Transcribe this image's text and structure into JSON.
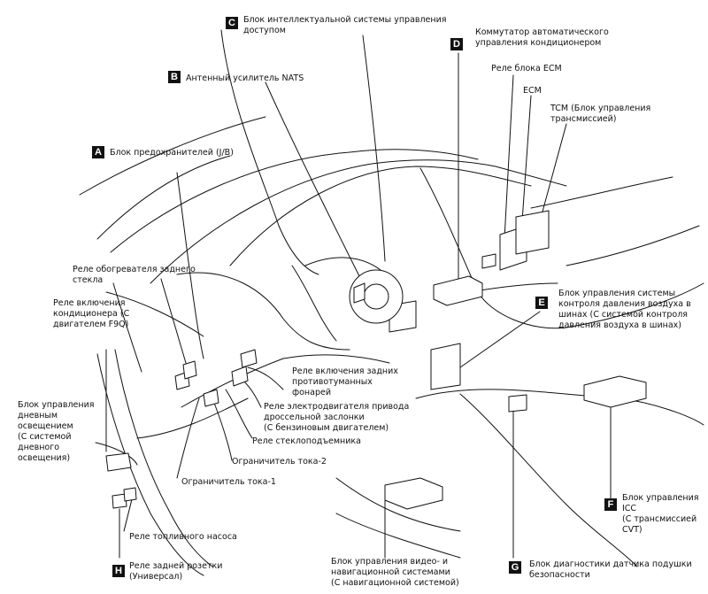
{
  "labels": {
    "c_icc_access": "Блок интеллектуальной системы управления\nдоступом",
    "d_ac_switch": "Коммутатор автоматического\nуправления кондиционером",
    "ecm_relay": "Реле блока ECM",
    "ecm": "ECM",
    "tcm": "TCM (Блок управления\nтрансмиссией)",
    "b_nats": "Антенный усилитель NATS",
    "a_jb": "Блок предохранителей (J/B)",
    "rear_defog_relay": "Реле обогревателя заднего\nстекла",
    "ac_relay": "Реле включения\nкондиционера (С\nдвигателем F9Q)",
    "tpms": "Блок управления системы\nконтроля давления воздуха в\nшинах (С системой контроля\nдавления воздуха в шинах)",
    "rear_fog_relay": "Реле включения задних\nпротивотуманных\nфонарей",
    "throttle_relay": "Реле электродвигателя привода\nдроссельной заслонки\n(С бензиновым двигателем)",
    "power_window_relay": "Реле стеклоподъемника",
    "current_limiter_2": "Ограничитель тока-2",
    "current_limiter_1": "Ограничитель тока-1",
    "drl": "Блок управления\nдневным\nосвещением\n(С системой\nдневного\nосвещения)",
    "fuel_pump_relay": "Реле топливного насоса",
    "h_rear_socket": "Реле задней розетки\n(Универсал)",
    "nav_av": "Блок управления видео- и\nнавигационной системами\n(С навигационной системой)",
    "g_airbag": "Блок диагностики датчика подушки\nбезопасности",
    "f_icc": "Блок управления\nICC\n(С трансмиссией\nCVT)"
  },
  "badges": {
    "a": "A",
    "b": "B",
    "c": "C",
    "d": "D",
    "e": "E",
    "f": "F",
    "g": "G",
    "h": "H"
  }
}
